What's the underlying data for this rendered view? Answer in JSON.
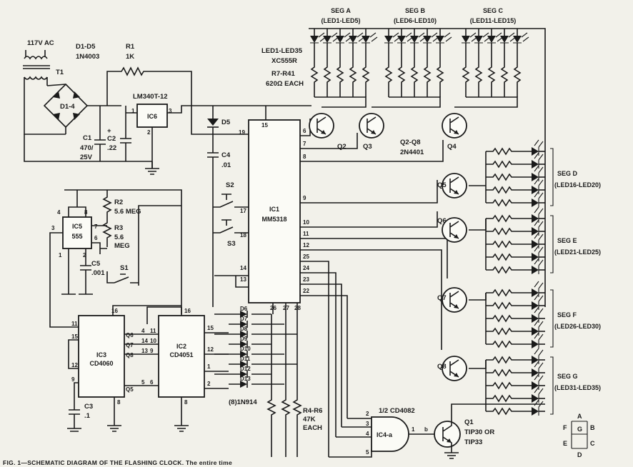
{
  "power": {
    "ac_label": "117V AC",
    "transformer": "T1",
    "diodes": "D1-D5",
    "diodes_type": "1N4003",
    "bridge": "D1-4",
    "r1": "R1",
    "r1_value": "1K",
    "regulator": "LM340T-12",
    "ic6": "IC6",
    "c1": "C1",
    "c1_value1": "470/",
    "c1_value2": "25V",
    "c2": "C2",
    "c2_value": ".22",
    "d5": "D5",
    "c4": "C4",
    "c4_value": ".01"
  },
  "timer": {
    "r2": "R2",
    "r2_value": "5.6 MEG",
    "r3": "R3",
    "r3_value1": "5.6",
    "r3_value2": "MEG",
    "ic5": "IC5",
    "ic5_part": "555",
    "c5": "C5",
    "c5_value": ".001",
    "s1": "S1"
  },
  "switches": {
    "s2": "S2",
    "s3": "S3"
  },
  "ic1": {
    "name": "IC1",
    "part": "MM5318"
  },
  "ic2": {
    "name": "IC2",
    "part": "CD4051"
  },
  "ic3": {
    "name": "IC3",
    "part": "CD4060"
  },
  "ic4": {
    "name": "IC4-a",
    "part": "1/2 CD4082"
  },
  "c3": {
    "name": "C3",
    "value": ".1"
  },
  "diode_array": {
    "labels": [
      "D6",
      "D7",
      "D8",
      "D9",
      "D10",
      "D11",
      "D12",
      "D13"
    ],
    "note": "(8)1N914"
  },
  "pulldowns": {
    "name": "R4-R6",
    "value": "47K",
    "each": "EACH"
  },
  "leds": {
    "range": "LED1-LED35",
    "part": "XC555R",
    "resistors": "R7-R41",
    "resistor_value": "620Ω EACH"
  },
  "segments_top": [
    {
      "name": "SEG A",
      "range": "(LED1-LED5)"
    },
    {
      "name": "SEG B",
      "range": "(LED6-LED10)"
    },
    {
      "name": "SEG C",
      "range": "(LED11-LED15)"
    }
  ],
  "segments_right": [
    {
      "name": "SEG D",
      "range": "(LED16-LED20)"
    },
    {
      "name": "SEG E",
      "range": "(LED21-LED25)"
    },
    {
      "name": "SEG F",
      "range": "(LED26-LED30)"
    },
    {
      "name": "SEG G",
      "range": "(LED31-LED35)"
    }
  ],
  "transistors": {
    "q2_q8": "Q2-Q8",
    "q2_q8_part": "2N4401",
    "labels": [
      "Q2",
      "Q3",
      "Q4",
      "Q5",
      "Q6",
      "Q7",
      "Q8"
    ],
    "q1": "Q1",
    "q1_part1": "TIP30 OR",
    "q1_part2": "TIP33"
  },
  "seven_seg": {
    "a": "A",
    "b": "B",
    "c": "C",
    "d": "D",
    "e": "E",
    "f": "F",
    "g": "G"
  },
  "caption": "FIG. 1—SCHEMATIC DIAGRAM OF THE FLASHING CLOCK. The entire time"
}
